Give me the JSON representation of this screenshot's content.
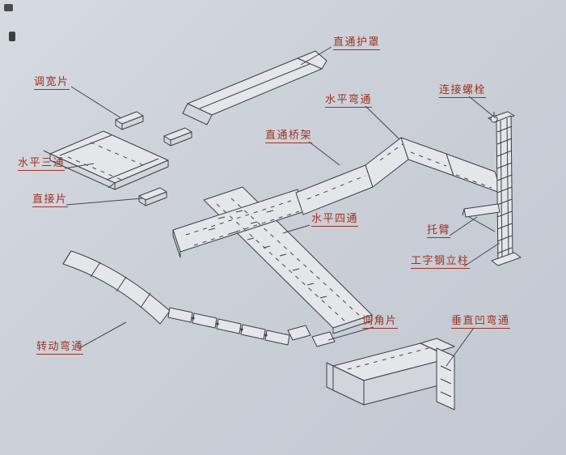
{
  "diagram": {
    "labels": {
      "cover": "直通护罩",
      "width_piece": "调宽片",
      "horizontal_bend": "水平弯通",
      "connecting_bolt": "连接螺栓",
      "straight_tray": "直通桥架",
      "horizontal_tee": "水平三通",
      "direct_piece": "直接片",
      "horizontal_cross": "水平四通",
      "bracket_arm": "托臂",
      "i_beam_column": "工字钢立柱",
      "angle_piece": "调角片",
      "vertical_concave_bend": "垂直凹弯通",
      "rotating_bend": "转动弯通"
    },
    "colors": {
      "background": "#cdd2da",
      "label_text": "#9d3320",
      "line": "#3c3f47",
      "part_fill": "#e4e6ea"
    }
  }
}
